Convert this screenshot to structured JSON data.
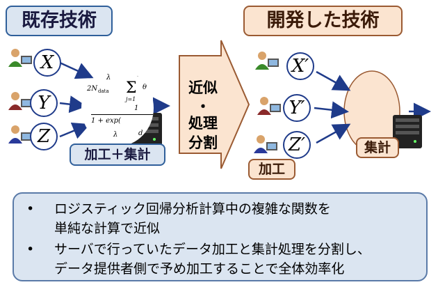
{
  "titles": {
    "existing": "既存技術",
    "developed": "開発した技術"
  },
  "left": {
    "vars": [
      "X",
      "Y",
      "Z"
    ],
    "process_label": "加工＋集計"
  },
  "formula": {
    "line1": "λ",
    "line2": "2N",
    "line2_sub": "data",
    "line3": "j=1",
    "line4": "d",
    "line5": "θ",
    "line6": "1",
    "line7": "1 + exp(",
    "line8": "λ",
    "line9": "d"
  },
  "arrow": {
    "line1": "近似",
    "line2": "・",
    "line3": "処理",
    "line4": "分割"
  },
  "right": {
    "vars": [
      "X′",
      "Y′",
      "Z′"
    ],
    "aggregate_label": "集計",
    "process_label": "加工"
  },
  "bullets": {
    "item1_line1": "ロジスティック回帰分析計算中の複雑な関数を",
    "item1_line2": "単純な計算で近似",
    "item2_line1": "サーバで行っていたデータ加工と集計処理を分割し、",
    "item2_line2": "データ提供者側で予め加工することで全体効率化"
  },
  "colors": {
    "arrow_line": "#1f3b8a",
    "blob": "#fbe4d0",
    "big_arrow": "#fbe4d0"
  }
}
